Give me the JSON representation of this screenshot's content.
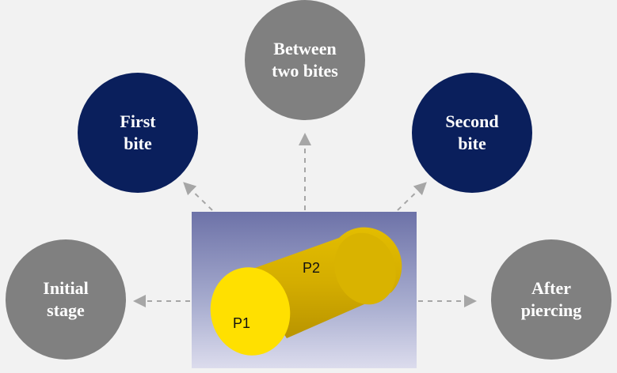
{
  "nodes": {
    "initial": "Initial\nstage",
    "first": "First\nbite",
    "between": "Between\ntwo bites",
    "second": "Second\nbite",
    "after": "After\npiercing"
  },
  "model": {
    "p1": "P1",
    "p2": "P2"
  },
  "colors": {
    "gray_node": "#808080",
    "navy_node": "#0a1f5c",
    "cylinder_face": "#ffe000",
    "cylinder_body": "#d8b000",
    "arrow": "#a6a6a6"
  }
}
